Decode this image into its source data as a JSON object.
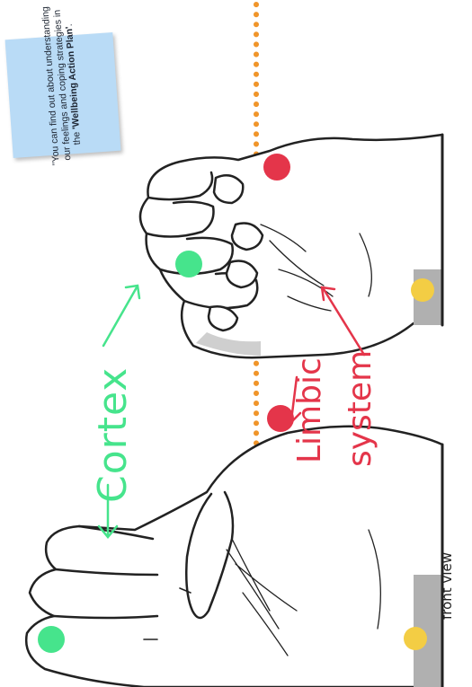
{
  "note": {
    "line1": "\"You can find out about understanding our feelings and coping strategies in the ",
    "bold": "'Wellbeing Action Plan'",
    "line2": "."
  },
  "labels": {
    "cortex": "Cortex",
    "limbic": "Limbic",
    "system": "system",
    "front_view": "front view"
  },
  "colors": {
    "midline": "#f0952a",
    "cortex": "#46e48c",
    "limbic": "#e4354a",
    "brainstem": "#f3cd44",
    "note_bg": "#b9dbf6"
  }
}
